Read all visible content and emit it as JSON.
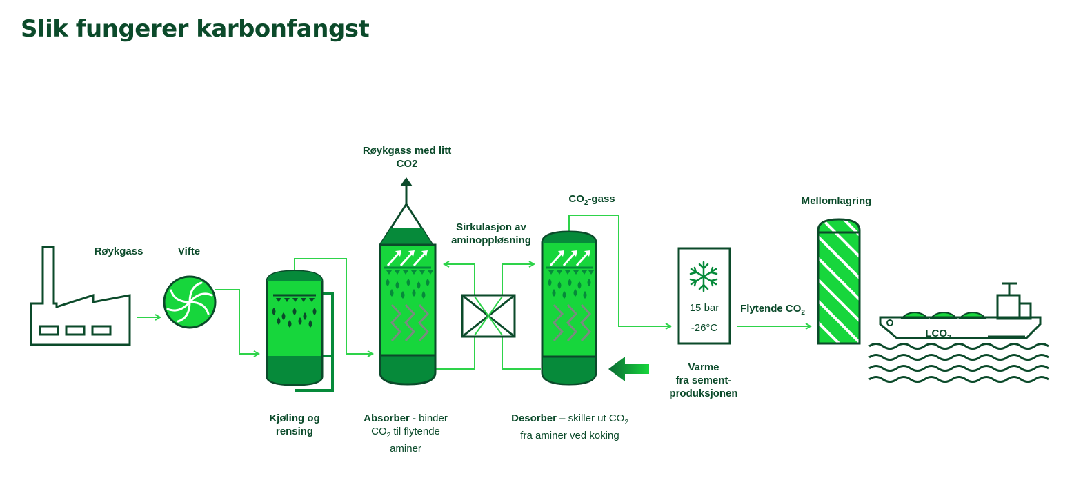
{
  "title": "Slik fungerer karbonfangst",
  "colors": {
    "dark": "#0b4a2a",
    "mid": "#068a3a",
    "bright": "#17d63c",
    "line": "#2ed34a"
  },
  "labels": {
    "flue_gas": "Røykgass",
    "fan": "Vifte",
    "cooling": "Kjøling og rensing",
    "exhaust_top": "Røykgass med litt",
    "exhaust_co2": "CO2",
    "absorber_bold": "Absorber",
    "absorber_rest": " - binder",
    "absorber_line2_co": "CO",
    "absorber_line2_sub": "2",
    "absorber_line2_rest": " til flytende",
    "absorber_line3": "aminer",
    "circulation_1": "Sirkulasjon av",
    "circulation_2": "aminoppløsning",
    "co2_gas_co": "CO",
    "co2_gas_sub": "2",
    "co2_gas_rest": "-gass",
    "desorber_bold": "Desorber",
    "desorber_rest": " – skiller ut CO",
    "desorber_sub": "2",
    "desorber_line2": "fra aminer ved koking",
    "heat_1": "Varme",
    "heat_2": "fra sement-",
    "heat_3": "produksjonen",
    "pressure": "15 bar",
    "temperature": "-26°C",
    "liquid_co2_main": "Flytende CO",
    "liquid_co2_sub": "2",
    "storage": "Mellomlagring",
    "ship_label_main": "LCO",
    "ship_label_sub": "2"
  },
  "icons": [
    "factory-icon",
    "fan-icon",
    "cooler-tank-icon",
    "absorber-tower-icon",
    "heat-exchanger-icon",
    "desorber-tower-icon",
    "snowflake-icon",
    "storage-tank-icon",
    "ship-icon",
    "waves-icon",
    "heat-arrow-icon"
  ]
}
